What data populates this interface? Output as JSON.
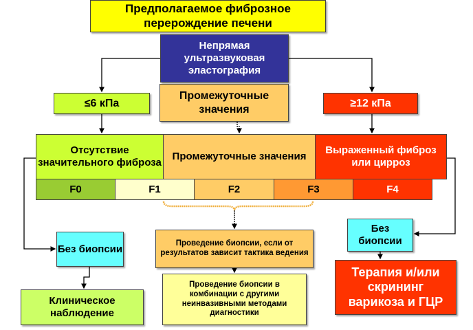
{
  "title_box": "Предполагаемое фиброзное перерождение печени",
  "method_box": "Непрямая ультразвуковая эластография",
  "thresholds": {
    "low": "≤6 кПа",
    "mid": "Промежуточные значения",
    "high": "≥12 кПа"
  },
  "categories": {
    "none": "Отсутствие значительного фиброза",
    "mid": "Промежуточные значения",
    "severe": "Выраженный фиброз или цирроз"
  },
  "stages": [
    "F0",
    "F1",
    "F2",
    "F3",
    "F4"
  ],
  "actions": {
    "no_biopsy_left": "Без биопсии",
    "observation": "Клиническое наблюдение",
    "biopsy_if": "Проведение биопсии, если от результатов зависит тактика ведения",
    "biopsy_combo": "Проведение биопсии в комбинации с другими неинвазивными методами диагностики",
    "no_biopsy_right": "Без биопсии",
    "therapy": "Терапия и/или скрининг варикоза и ГЦР"
  },
  "colors": {
    "yellow": "#ffff00",
    "blue": "#333399",
    "orange": "#ffcc66",
    "green": "#ccff33",
    "red": "#ff3300",
    "cyan": "#66ffff"
  }
}
